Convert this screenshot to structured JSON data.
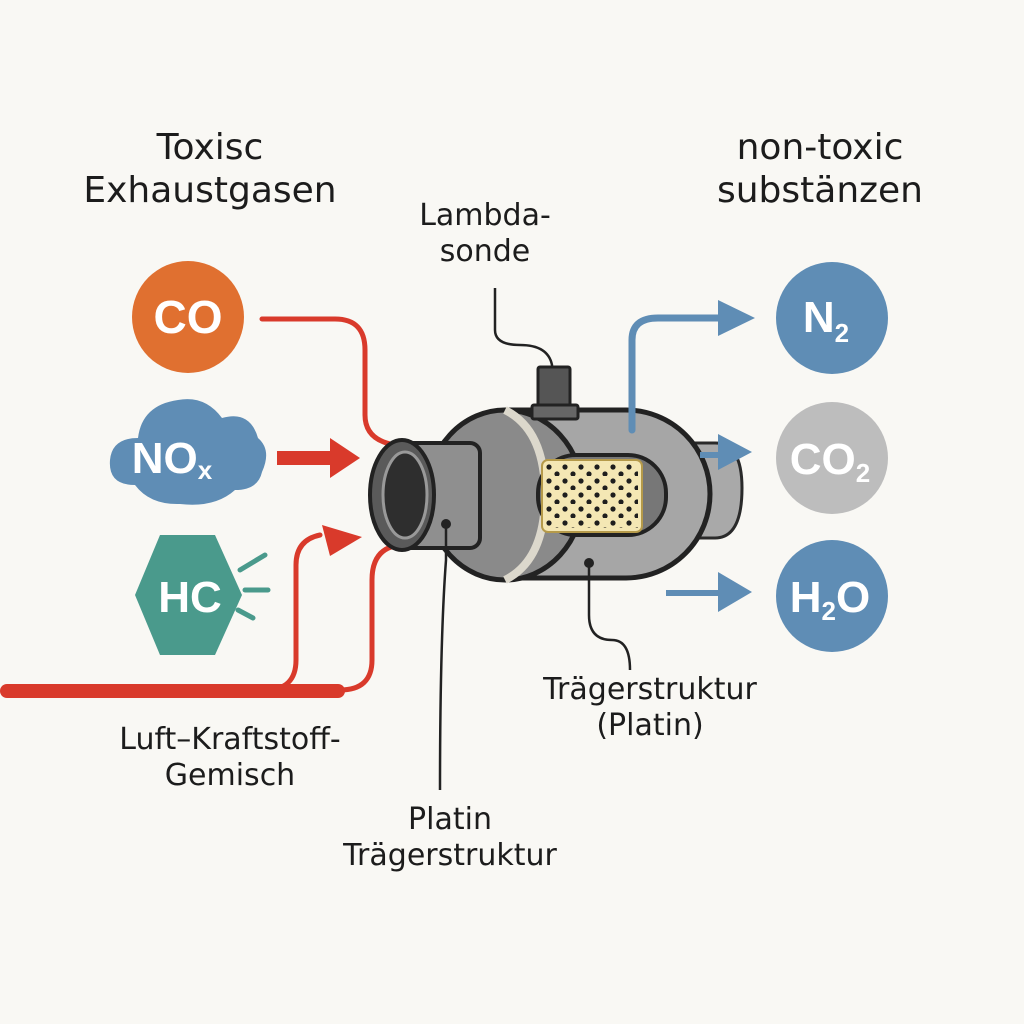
{
  "headings": {
    "input": "Toxisc\nExhaustgasen",
    "output": "non-toxic\nsubstänzen"
  },
  "labels": {
    "sensor": "Lambda-\nsonde",
    "mixture": "Luft–Kraftstoff-\nGemisch",
    "inlet": "Platin\nTrägerstruktur",
    "substrate": "Trägerstruktur\n(Platin)"
  },
  "inputs": [
    {
      "id": "co",
      "main": "CO",
      "sub": "",
      "shape": "circle",
      "color": "#e07030"
    },
    {
      "id": "nox",
      "main": "NO",
      "sub": "x",
      "shape": "cloud",
      "color": "#5f8db5"
    },
    {
      "id": "hc",
      "main": "HC",
      "sub": "",
      "shape": "hexagon",
      "color": "#4a9a8c"
    }
  ],
  "outputs": [
    {
      "id": "n2",
      "main": "N",
      "sub": "2",
      "shape": "circle",
      "color": "#5f8db5"
    },
    {
      "id": "co2",
      "main": "CO",
      "sub": "2",
      "shape": "circle",
      "color": "#bdbdbd"
    },
    {
      "id": "h2o",
      "main": "H",
      "sub": "2",
      "tail": "O",
      "shape": "circle",
      "color": "#5f8db5"
    }
  ],
  "colors": {
    "flow_in": "#d93a2b",
    "flow_out": "#5f8db5",
    "body": "#a9a9a9",
    "substrate": "#f4e7b4"
  }
}
